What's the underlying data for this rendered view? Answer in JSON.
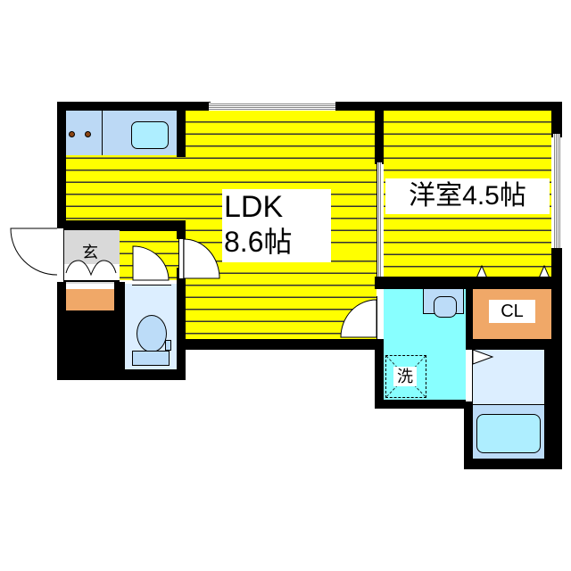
{
  "floorplan": {
    "rooms": {
      "ldk": {
        "name": "LDK",
        "size": "8.6帖"
      },
      "western_room": {
        "label": "洋室4.5帖"
      },
      "entrance": {
        "label": "玄"
      },
      "closet": {
        "label": "CL"
      },
      "washer": {
        "label": "洗"
      }
    },
    "colors": {
      "floor_yellow": "#ffff00",
      "kitchen_blue": "#bcd9f5",
      "washroom_cyan": "#88ffff",
      "toilet_blue": "#dceeff",
      "bath_blue": "#bcdcf8",
      "closet_orange": "#f0a868",
      "entrance_gray": "#d9d9d9",
      "wall": "#000000"
    }
  }
}
